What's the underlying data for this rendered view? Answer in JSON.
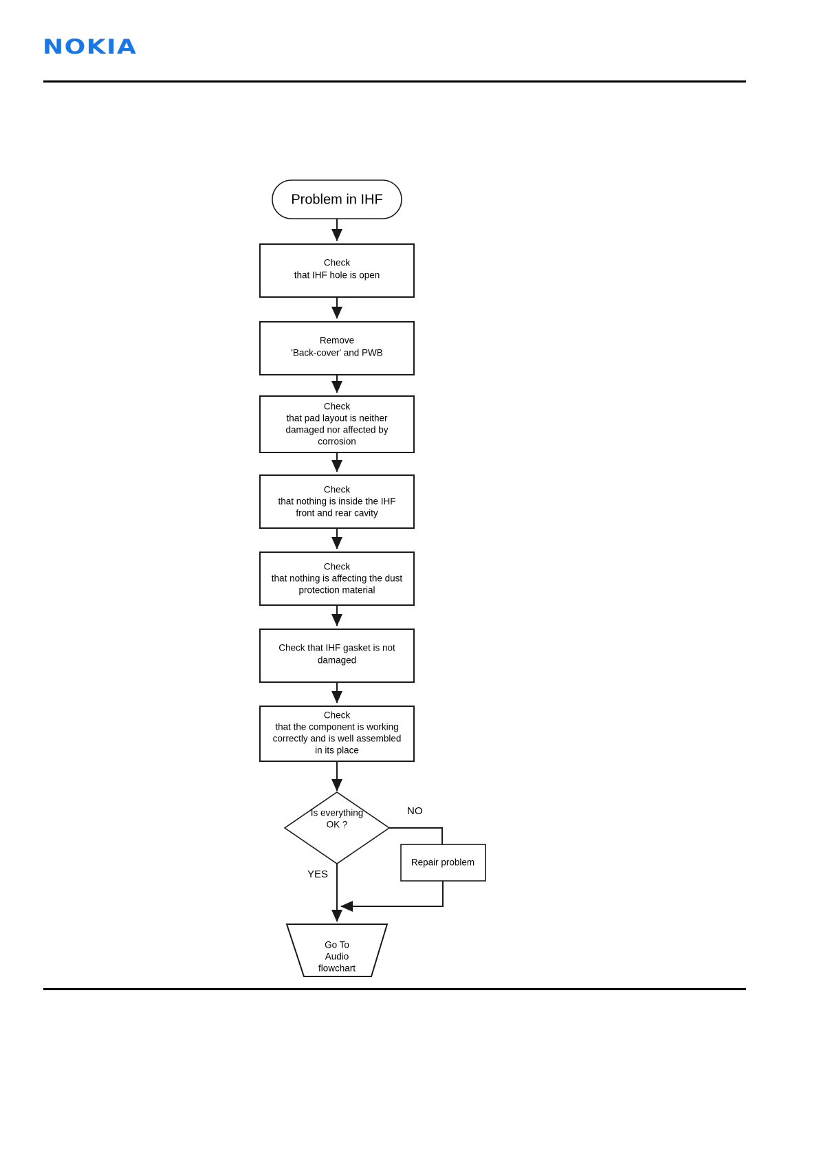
{
  "header": {
    "brand": "NOKIA"
  },
  "chart_data": {
    "type": "diagram",
    "title": "Problem in IHF troubleshooting flowchart",
    "nodes": [
      {
        "id": "start",
        "shape": "terminator",
        "lines": [
          "Problem in IHF"
        ]
      },
      {
        "id": "step1",
        "shape": "process",
        "lines": [
          "Check",
          "that IHF hole is open"
        ]
      },
      {
        "id": "step2",
        "shape": "process",
        "lines": [
          "Remove",
          "'Back-cover' and PWB"
        ]
      },
      {
        "id": "step3",
        "shape": "process",
        "lines": [
          "Check",
          "that pad layout is neither",
          "damaged nor affected by",
          "corrosion"
        ]
      },
      {
        "id": "step4",
        "shape": "process",
        "lines": [
          "Check",
          "that nothing is inside the IHF",
          "front and rear cavity"
        ]
      },
      {
        "id": "step5",
        "shape": "process",
        "lines": [
          "Check",
          "that nothing is affecting the dust",
          "protection material"
        ]
      },
      {
        "id": "step6",
        "shape": "process",
        "lines": [
          "Check that IHF gasket is not",
          "damaged"
        ]
      },
      {
        "id": "step7",
        "shape": "process",
        "lines": [
          "Check",
          "that the component is working",
          "correctly and is well assembled",
          "in its place"
        ]
      },
      {
        "id": "decision",
        "shape": "decision",
        "lines": [
          "Is everything",
          "OK ?"
        ]
      },
      {
        "id": "repair",
        "shape": "process",
        "lines": [
          "Repair problem"
        ]
      },
      {
        "id": "end",
        "shape": "trapezoid",
        "lines": [
          "Go To",
          "Audio",
          "flowchart"
        ]
      }
    ],
    "edges": [
      {
        "from": "start",
        "to": "step1",
        "label": ""
      },
      {
        "from": "step1",
        "to": "step2",
        "label": ""
      },
      {
        "from": "step2",
        "to": "step3",
        "label": ""
      },
      {
        "from": "step3",
        "to": "step4",
        "label": ""
      },
      {
        "from": "step4",
        "to": "step5",
        "label": ""
      },
      {
        "from": "step5",
        "to": "step6",
        "label": ""
      },
      {
        "from": "step6",
        "to": "step7",
        "label": ""
      },
      {
        "from": "step7",
        "to": "decision",
        "label": ""
      },
      {
        "from": "decision",
        "to": "repair",
        "label": "NO"
      },
      {
        "from": "decision",
        "to": "end",
        "label": "YES"
      },
      {
        "from": "repair",
        "to": "end",
        "label": ""
      }
    ]
  },
  "flowchart": {
    "start_label": "Problem in IHF",
    "step1": {
      "line1": "Check",
      "line2": "that IHF hole is open"
    },
    "step2": {
      "line1": "Remove",
      "line2": "'Back-cover' and PWB"
    },
    "step3": {
      "line1": "Check",
      "line2": "that pad layout is neither",
      "line3": "damaged nor affected by",
      "line4": "corrosion"
    },
    "step4": {
      "line1": "Check",
      "line2": "that nothing is inside the IHF",
      "line3": "front and rear cavity"
    },
    "step5": {
      "line1": "Check",
      "line2": "that nothing is affecting the dust",
      "line3": "protection material"
    },
    "step6": {
      "line1": "Check that IHF gasket is not",
      "line2": "damaged"
    },
    "step7": {
      "line1": "Check",
      "line2": "that the component is working",
      "line3": "correctly and is well assembled",
      "line4": "in its place"
    },
    "decision": {
      "line1": "Is everything",
      "line2": "OK ?"
    },
    "repair": {
      "line1": "Repair problem"
    },
    "end": {
      "line1": "Go To",
      "line2": "Audio",
      "line3": "flowchart"
    },
    "label_no": "NO",
    "label_yes": "YES"
  },
  "colors": {
    "brand_blue": "#1878e6",
    "stroke": "#1a1a1a",
    "background": "#ffffff"
  }
}
